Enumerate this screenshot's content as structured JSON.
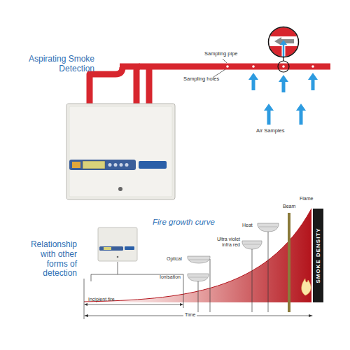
{
  "diagram": {
    "nodes": [
      {
        "text": [
          "SMOKE DENSITY"
        ]
      }
    ],
    "labels": [
      "Aspirating Smoke Detection",
      "Sampling pipe",
      "Sampling holes",
      "Air Samples",
      "Relationship with other forms of detection",
      "Fire growth curve",
      "Heat",
      "Ultra violet infra red",
      "Beam",
      "Flame",
      "Optical",
      "Ionisation",
      "Incipient fire",
      "Time"
    ]
  }
}
